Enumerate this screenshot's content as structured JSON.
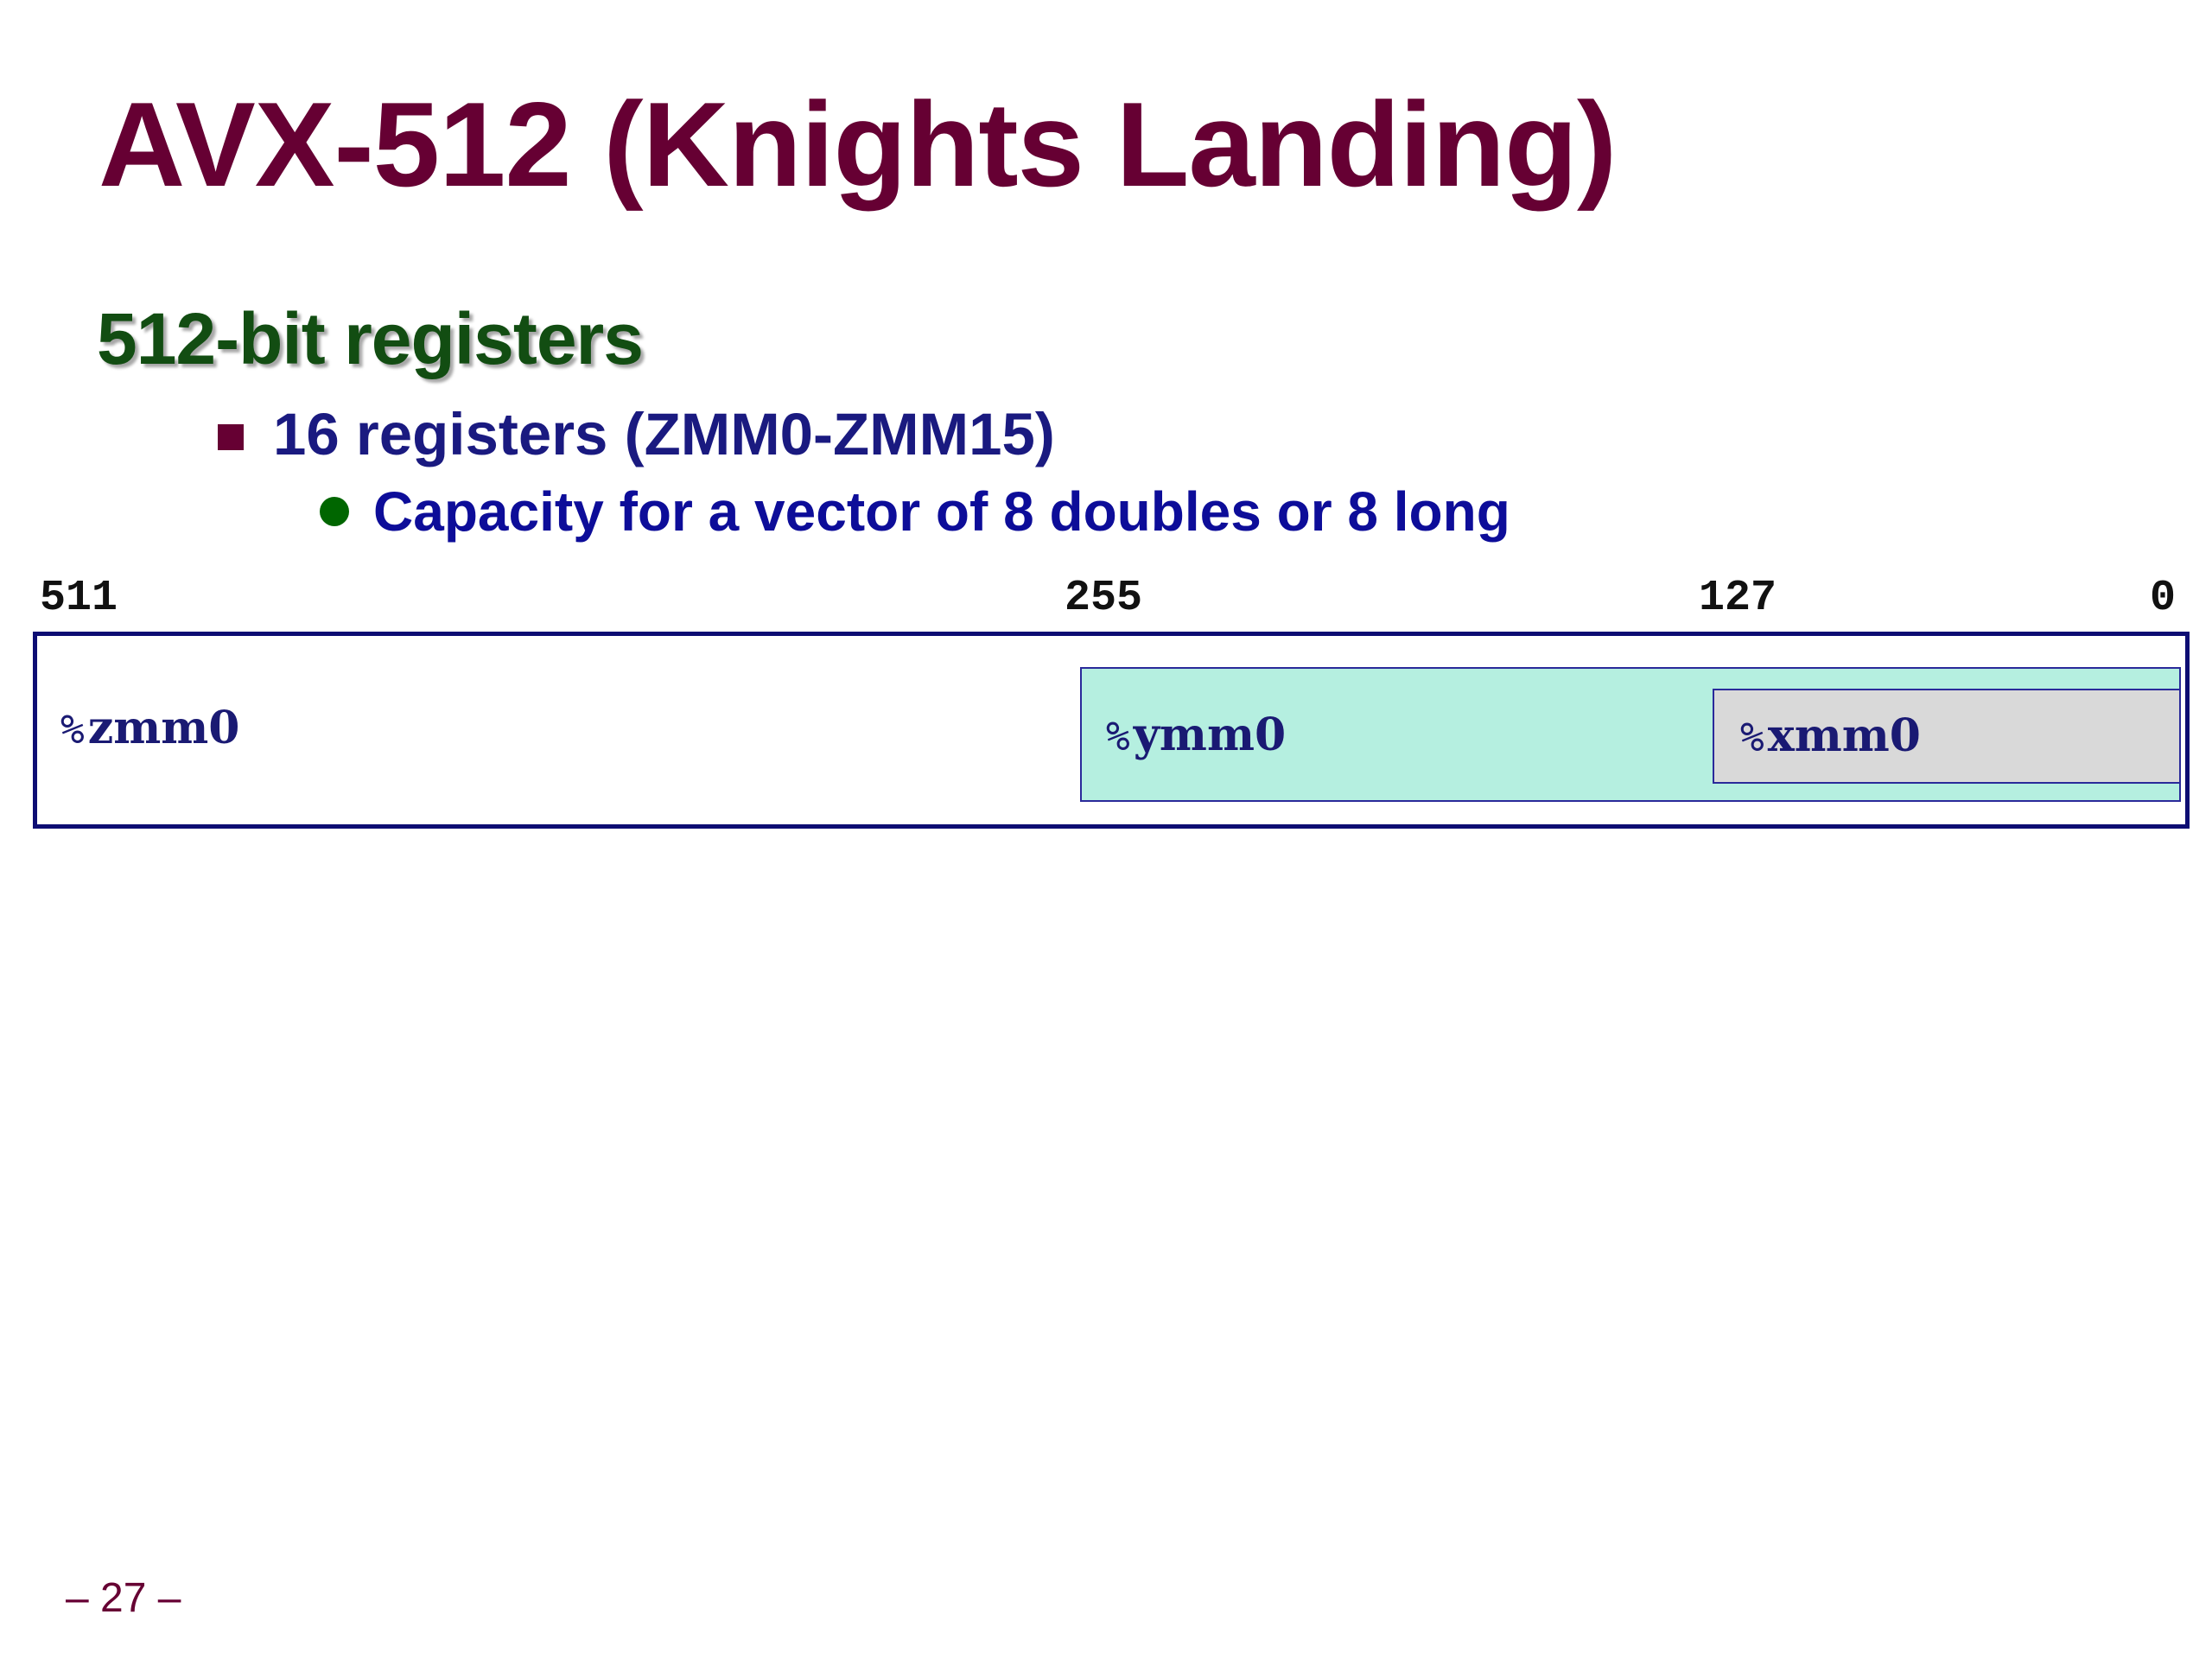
{
  "slide": {
    "title": "AVX-512 (Knights Landing)",
    "section_heading": "512-bit registers",
    "bullets": [
      {
        "text": "16 registers (ZMM0-ZMM15)",
        "sub_bullets": [
          {
            "text": "Capacity for a vector of 8 doubles or 8 long"
          }
        ]
      }
    ],
    "page_number": "– 27 –"
  },
  "register_diagram": {
    "bit_labels": [
      "511",
      "255",
      "127",
      "0"
    ],
    "registers": [
      {
        "prefix": "%",
        "name": "zmm0"
      },
      {
        "prefix": "%",
        "name": "ymm0"
      },
      {
        "prefix": "%",
        "name": "xmm0"
      }
    ]
  },
  "colors": {
    "title": "#660033",
    "section_heading": "#124d12",
    "bullet_l1_text": "#1a1a80",
    "bullet_l1_marker": "#660033",
    "bullet_l2_text": "#0d0d99",
    "bullet_l2_marker": "#006600",
    "zmm_fill": "#ffffff",
    "ymm_fill": "#b5efe0",
    "xmm_fill": "#d9d9d9",
    "register_border": "#0d0d73"
  },
  "icons": {
    "bullet_l1": "square-bullet-icon",
    "bullet_l2": "circle-bullet-icon"
  }
}
